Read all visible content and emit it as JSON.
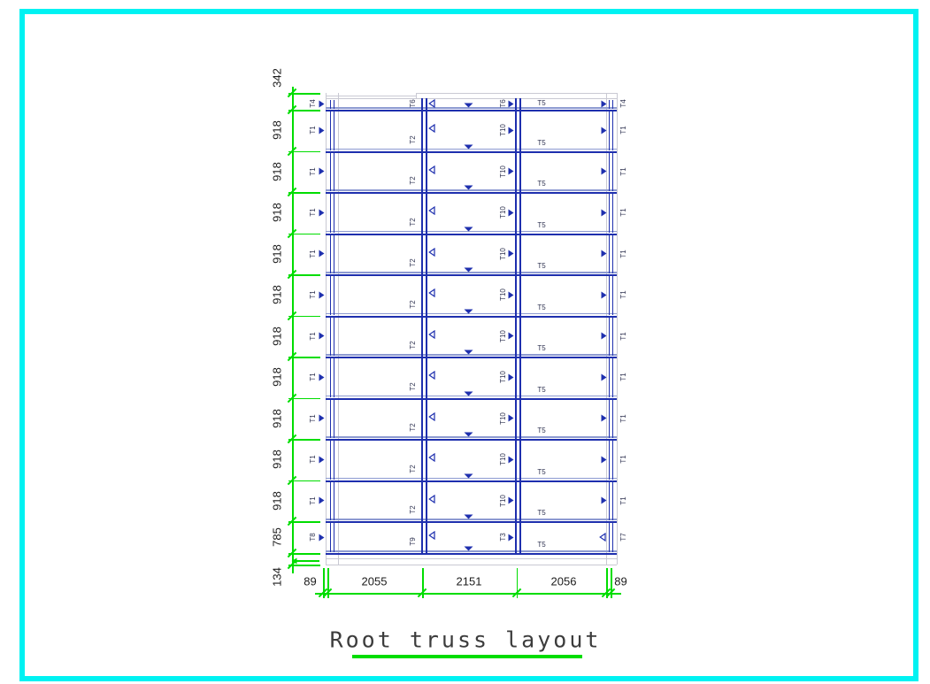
{
  "title": {
    "text": "Root truss layout"
  },
  "colors": {
    "frame_cyan": "#00f2f2",
    "member_blue": "#1e2fae",
    "chord_light_blue": "#8d9ad1",
    "outline_gray": "#c9c9d3",
    "dimension_green": "#00dd00",
    "label_text": "#2e3250",
    "dimension_text": "#1c1c1c",
    "title_text": "#3c3c3c"
  },
  "drawing": {
    "left_dims": [
      "342",
      "918",
      "918",
      "918",
      "918",
      "918",
      "918",
      "918",
      "918",
      "918",
      "918",
      "785",
      "134"
    ],
    "bottom_dims": [
      "89",
      "2055",
      "2151",
      "2056",
      "89"
    ],
    "rows": [
      {
        "left": "T4",
        "left_post": "T6",
        "right_post": "T6",
        "span": "T5",
        "right": "T4"
      },
      {
        "left": "T1",
        "left_post": "T2",
        "right_post": "T10",
        "span": "T5",
        "right": "T1"
      },
      {
        "left": "T1",
        "left_post": "T2",
        "right_post": "T10",
        "span": "T5",
        "right": "T1"
      },
      {
        "left": "T1",
        "left_post": "T2",
        "right_post": "T10",
        "span": "T5",
        "right": "T1"
      },
      {
        "left": "T1",
        "left_post": "T2",
        "right_post": "T10",
        "span": "T5",
        "right": "T1"
      },
      {
        "left": "T1",
        "left_post": "T2",
        "right_post": "T10",
        "span": "T5",
        "right": "T1"
      },
      {
        "left": "T1",
        "left_post": "T2",
        "right_post": "T10",
        "span": "T5",
        "right": "T1"
      },
      {
        "left": "T1",
        "left_post": "T2",
        "right_post": "T10",
        "span": "T5",
        "right": "T1"
      },
      {
        "left": "T1",
        "left_post": "T2",
        "right_post": "T10",
        "span": "T5",
        "right": "T1"
      },
      {
        "left": "T1",
        "left_post": "T2",
        "right_post": "T10",
        "span": "T5",
        "right": "T1"
      },
      {
        "left": "T1",
        "left_post": "T2",
        "right_post": "T10",
        "span": "T5",
        "right": "T1"
      },
      {
        "left": "T8",
        "left_post": "T9",
        "right_post": "T3",
        "span": "T5",
        "right": "T7"
      }
    ]
  }
}
